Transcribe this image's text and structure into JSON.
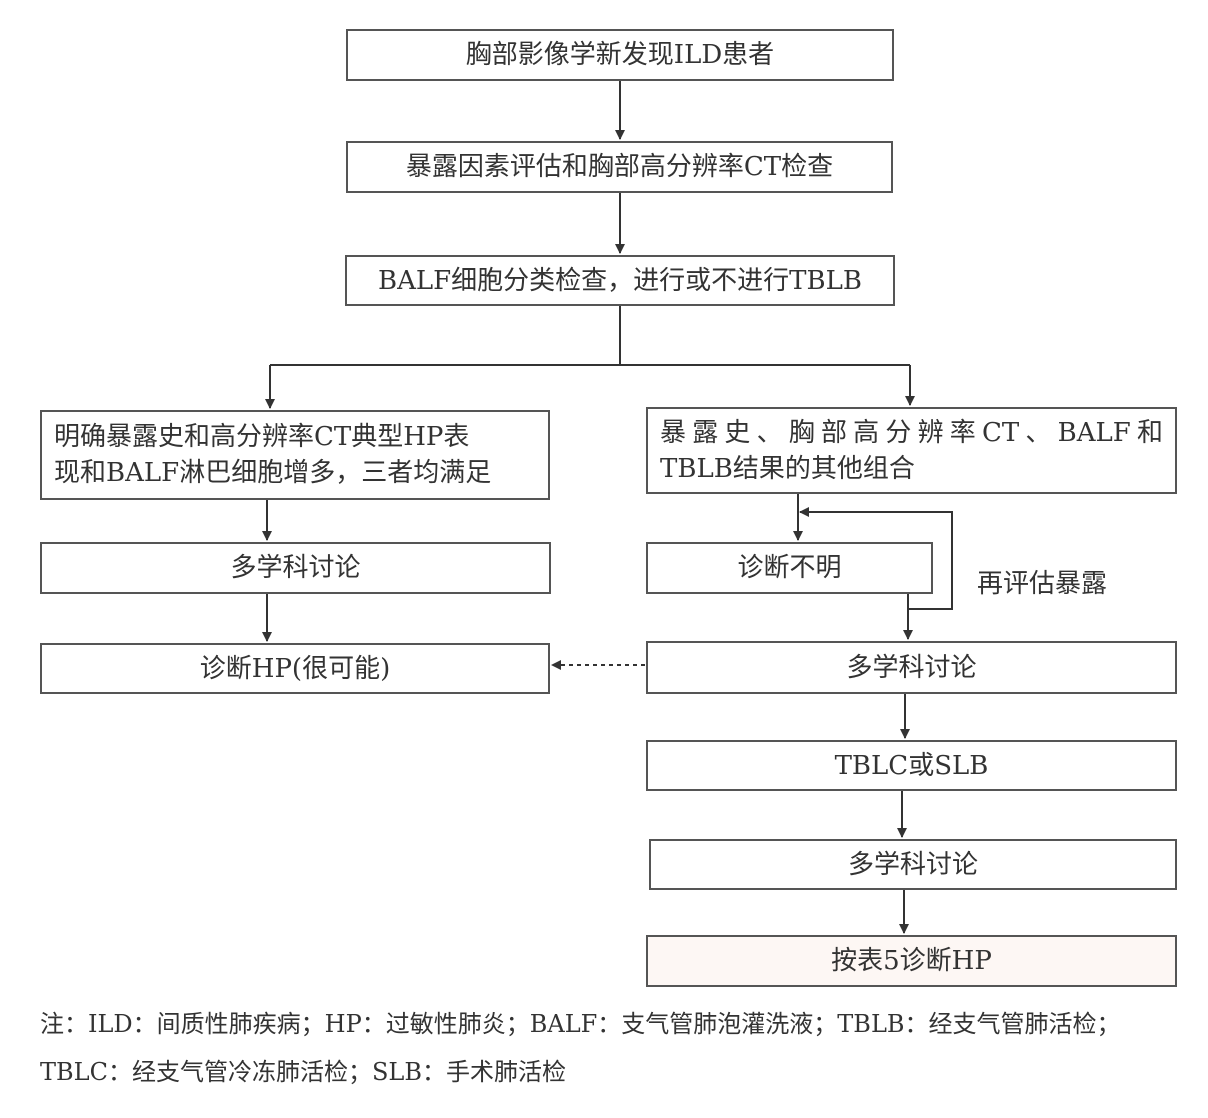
{
  "nodes": {
    "n1": "胸部影像学新发现ILD患者",
    "n2": "暴露因素评估和胸部高分辨率CT检查",
    "n3": "BALF细胞分类检查，进行或不进行TBLB",
    "left_criteria_line1": "明确暴露史和高分辨率CT典型HP表",
    "left_criteria_line2": "现和BALF淋巴细胞增多，三者均满足",
    "left_mdt": "多学科讨论",
    "left_diagnosis": "诊断HP(很可能)",
    "right_other_line1": "暴露史、胸部高分辨率CT、BALF和",
    "right_other_line2": "TBLB结果的其他组合",
    "right_unclear": "诊断不明",
    "right_mdt1": "多学科讨论",
    "right_biopsy": "TBLC或SLB",
    "right_mdt2": "多学科讨论",
    "right_final": "按表5诊断HP"
  },
  "loop_label": "再评估暴露",
  "note": "注：ILD：间质性肺疾病；HP：过敏性肺炎；BALF：支气管肺泡灌洗液；TBLB：经支气管肺活检；TBLC：经支气管冷冻肺活检；SLB：手术肺活检"
}
